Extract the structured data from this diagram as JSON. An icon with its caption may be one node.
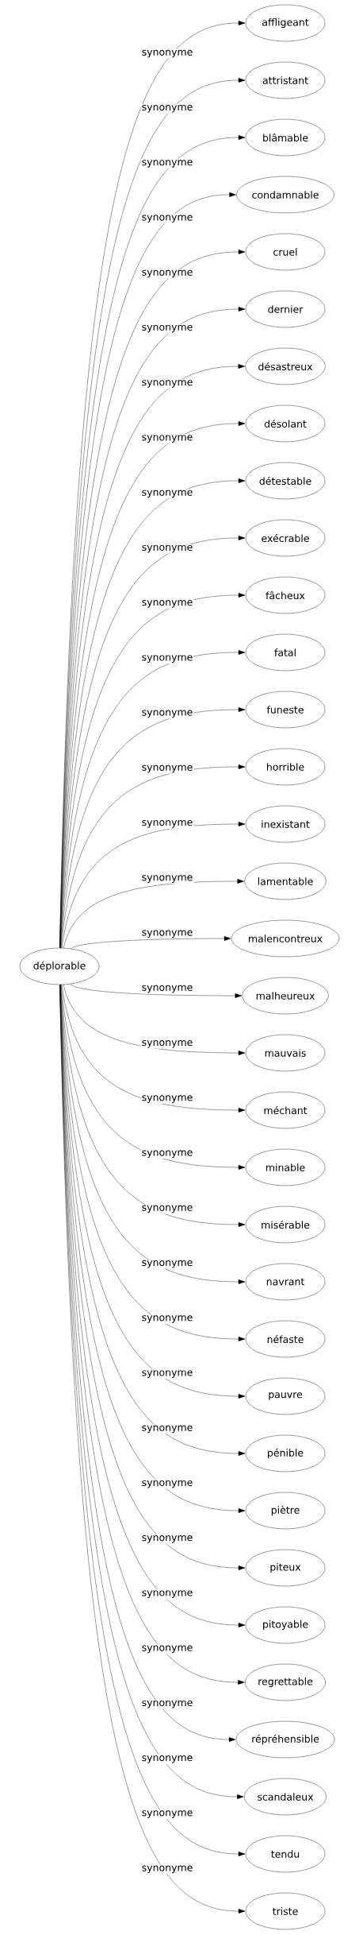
{
  "diagram": {
    "nodes": [
      {
        "text": [
          "déplorable"
        ]
      },
      {
        "text": [
          "affligeant"
        ]
      },
      {
        "text": [
          "attristant"
        ]
      },
      {
        "text": [
          "blâmable"
        ]
      },
      {
        "text": [
          "condamnable"
        ]
      },
      {
        "text": [
          "cruel"
        ]
      },
      {
        "text": [
          "dernier"
        ]
      },
      {
        "text": [
          "désastreux"
        ]
      },
      {
        "text": [
          "désolant"
        ]
      },
      {
        "text": [
          "détestable"
        ]
      },
      {
        "text": [
          "exécrable"
        ]
      },
      {
        "text": [
          "fâcheux"
        ]
      },
      {
        "text": [
          "fatal"
        ]
      },
      {
        "text": [
          "funeste"
        ]
      },
      {
        "text": [
          "horrible"
        ]
      },
      {
        "text": [
          "inexistant"
        ]
      },
      {
        "text": [
          "lamentable"
        ]
      },
      {
        "text": [
          "malencontreux"
        ]
      },
      {
        "text": [
          "malheureux"
        ]
      },
      {
        "text": [
          "mauvais"
        ]
      },
      {
        "text": [
          "méchant"
        ]
      },
      {
        "text": [
          "minable"
        ]
      },
      {
        "text": [
          "misérable"
        ]
      },
      {
        "text": [
          "navrant"
        ]
      },
      {
        "text": [
          "néfaste"
        ]
      },
      {
        "text": [
          "pauvre"
        ]
      },
      {
        "text": [
          "pénible"
        ]
      },
      {
        "text": [
          "piètre"
        ]
      },
      {
        "text": [
          "piteux"
        ]
      },
      {
        "text": [
          "pitoyable"
        ]
      },
      {
        "text": [
          "regrettable"
        ]
      },
      {
        "text": [
          "répréhensible"
        ]
      },
      {
        "text": [
          "scandaleux"
        ]
      },
      {
        "text": [
          "tendu"
        ]
      },
      {
        "text": [
          "triste"
        ]
      }
    ],
    "edges": [
      {
        "from": 0,
        "to": 1,
        "arrow": "to",
        "label": "synonyme"
      },
      {
        "from": 0,
        "to": 2,
        "arrow": "to",
        "label": "synonyme"
      },
      {
        "from": 0,
        "to": 3,
        "arrow": "to",
        "label": "synonyme"
      },
      {
        "from": 0,
        "to": 4,
        "arrow": "to",
        "label": "synonyme"
      },
      {
        "from": 0,
        "to": 5,
        "arrow": "to",
        "label": "synonyme"
      },
      {
        "from": 0,
        "to": 6,
        "arrow": "to",
        "label": "synonyme"
      },
      {
        "from": 0,
        "to": 7,
        "arrow": "to",
        "label": "synonyme"
      },
      {
        "from": 0,
        "to": 8,
        "arrow": "to",
        "label": "synonyme"
      },
      {
        "from": 0,
        "to": 9,
        "arrow": "to",
        "label": "synonyme"
      },
      {
        "from": 0,
        "to": 10,
        "arrow": "to",
        "label": "synonyme"
      },
      {
        "from": 0,
        "to": 11,
        "arrow": "to",
        "label": "synonyme"
      },
      {
        "from": 0,
        "to": 12,
        "arrow": "to",
        "label": "synonyme"
      },
      {
        "from": 0,
        "to": 13,
        "arrow": "to",
        "label": "synonyme"
      },
      {
        "from": 0,
        "to": 14,
        "arrow": "to",
        "label": "synonyme"
      },
      {
        "from": 0,
        "to": 15,
        "arrow": "to",
        "label": "synonyme"
      },
      {
        "from": 0,
        "to": 16,
        "arrow": "to",
        "label": "synonyme"
      },
      {
        "from": 0,
        "to": 17,
        "arrow": "to",
        "label": "synonyme"
      },
      {
        "from": 0,
        "to": 18,
        "arrow": "to",
        "label": "synonyme"
      },
      {
        "from": 0,
        "to": 19,
        "arrow": "to",
        "label": "synonyme"
      },
      {
        "from": 0,
        "to": 20,
        "arrow": "to",
        "label": "synonyme"
      },
      {
        "from": 0,
        "to": 21,
        "arrow": "to",
        "label": "synonyme"
      },
      {
        "from": 0,
        "to": 22,
        "arrow": "to",
        "label": "synonyme"
      },
      {
        "from": 0,
        "to": 23,
        "arrow": "to",
        "label": "synonyme"
      },
      {
        "from": 0,
        "to": 24,
        "arrow": "to",
        "label": "synonyme"
      },
      {
        "from": 0,
        "to": 25,
        "arrow": "to",
        "label": "synonyme"
      },
      {
        "from": 0,
        "to": 26,
        "arrow": "to",
        "label": "synonyme"
      },
      {
        "from": 0,
        "to": 27,
        "arrow": "to",
        "label": "synonyme"
      },
      {
        "from": 0,
        "to": 28,
        "arrow": "to",
        "label": "synonyme"
      },
      {
        "from": 0,
        "to": 29,
        "arrow": "to",
        "label": "synonyme"
      },
      {
        "from": 0,
        "to": 30,
        "arrow": "to",
        "label": "synonyme"
      },
      {
        "from": 0,
        "to": 31,
        "arrow": "to",
        "label": "synonyme"
      },
      {
        "from": 0,
        "to": 32,
        "arrow": "to",
        "label": "synonyme"
      },
      {
        "from": 0,
        "to": 33,
        "arrow": "to",
        "label": "synonyme"
      },
      {
        "from": 0,
        "to": 34,
        "arrow": "to",
        "label": "synonyme"
      }
    ]
  }
}
